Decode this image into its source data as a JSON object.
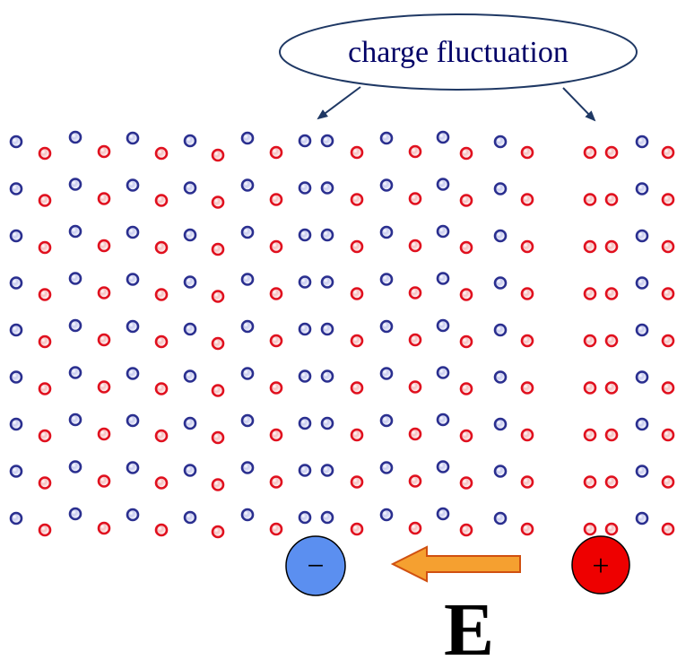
{
  "callout": {
    "text": "charge fluctuation"
  },
  "field_label": "E",
  "negative_terminal_symbol": "−",
  "positive_terminal_symbol": "+",
  "colors": {
    "anion": "#2a2f8f",
    "cation": "#e0101e",
    "negative_terminal": "#5b8ff0",
    "positive_terminal": "#ee0000",
    "field_arrow_fill": "#f5a030",
    "field_arrow_stroke": "#d05010",
    "callout_stroke": "#1f3864",
    "callout_text": "#000066"
  },
  "lattice": {
    "rows": 9,
    "columns": 23,
    "column_types": [
      "anion",
      "cation",
      "anion",
      "cation",
      "anion",
      "cation",
      "anion",
      "cation",
      "anion",
      "cation",
      "anion",
      "anion",
      "cation",
      "anion",
      "cation",
      "anion",
      "cation",
      "anion",
      "cation",
      "cation",
      "cation",
      "anion",
      "cation"
    ]
  }
}
